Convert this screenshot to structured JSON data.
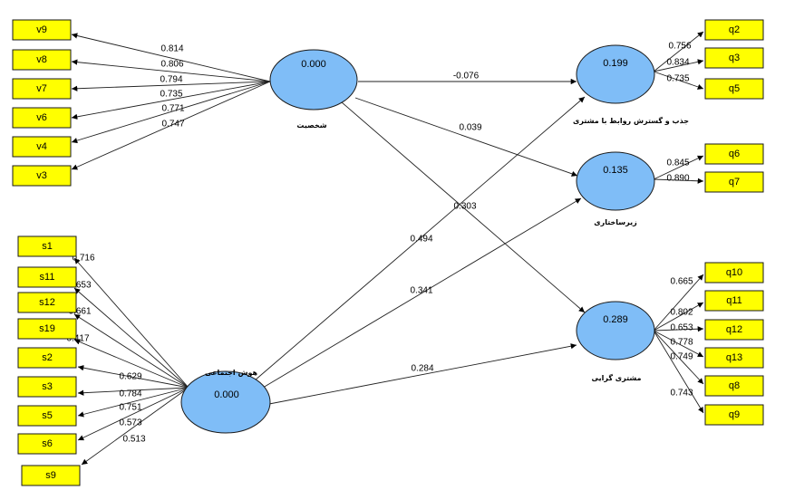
{
  "latents": {
    "shakhsiat": {
      "value": "0.000",
      "label": "شخصیت"
    },
    "hoosh": {
      "value": "0.000",
      "label": "هوش اجتماعی"
    },
    "jazb": {
      "value": "0.199",
      "label": "جذب و گسترش روابط با مشتری"
    },
    "zirsakht": {
      "value": "0.135",
      "label": "زیرساختاری"
    },
    "moshtari": {
      "value": "0.289",
      "label": "مشتری گرایی"
    }
  },
  "indicators": {
    "v9": "v9",
    "v8": "v8",
    "v7": "v7",
    "v6": "v6",
    "v4": "v4",
    "v3": "v3",
    "s1": "s1",
    "s11": "s11",
    "s12": "s12",
    "s19": "s19",
    "s2": "s2",
    "s3": "s3",
    "s5": "s5",
    "s6": "s6",
    "s9": "s9",
    "q2": "q2",
    "q3": "q3",
    "q5": "q5",
    "q6": "q6",
    "q7": "q7",
    "q10": "q10",
    "q11": "q11",
    "q12": "q12",
    "q13": "q13",
    "q8": "q8",
    "q9": "q9"
  },
  "loadings": {
    "v9": "0.814",
    "v8": "0.806",
    "v7": "0.794",
    "v6": "0.735",
    "v4": "0.771",
    "v3": "0.747",
    "s1": "0.716",
    "s11": "0.653",
    "s12": "0.661",
    "s19": "0.417",
    "s2": "0.629",
    "s3": "0.784",
    "s5": "0.751",
    "s6": "0.573",
    "s9": "0.513",
    "q2": "0.756",
    "q3": "0.834",
    "q5": "0.735",
    "q6": "0.845",
    "q7": "0.890",
    "q10": "0.665",
    "q11": "0.802",
    "q12": "0.653",
    "q13": "0.778",
    "q8": "0.749",
    "q9": "0.743"
  },
  "paths": {
    "shakhsiat_jazb": "-0.076",
    "shakhsiat_zirsakht": "0.039",
    "shakhsiat_moshtari": "0.303",
    "hoosh_jazb": "0.494",
    "hoosh_zirsakht": "0.341",
    "hoosh_moshtari": "0.284"
  },
  "colors": {
    "indicator_fill": "#ffff00",
    "latent_fill": "#7fbdf7",
    "line": "#222222"
  }
}
